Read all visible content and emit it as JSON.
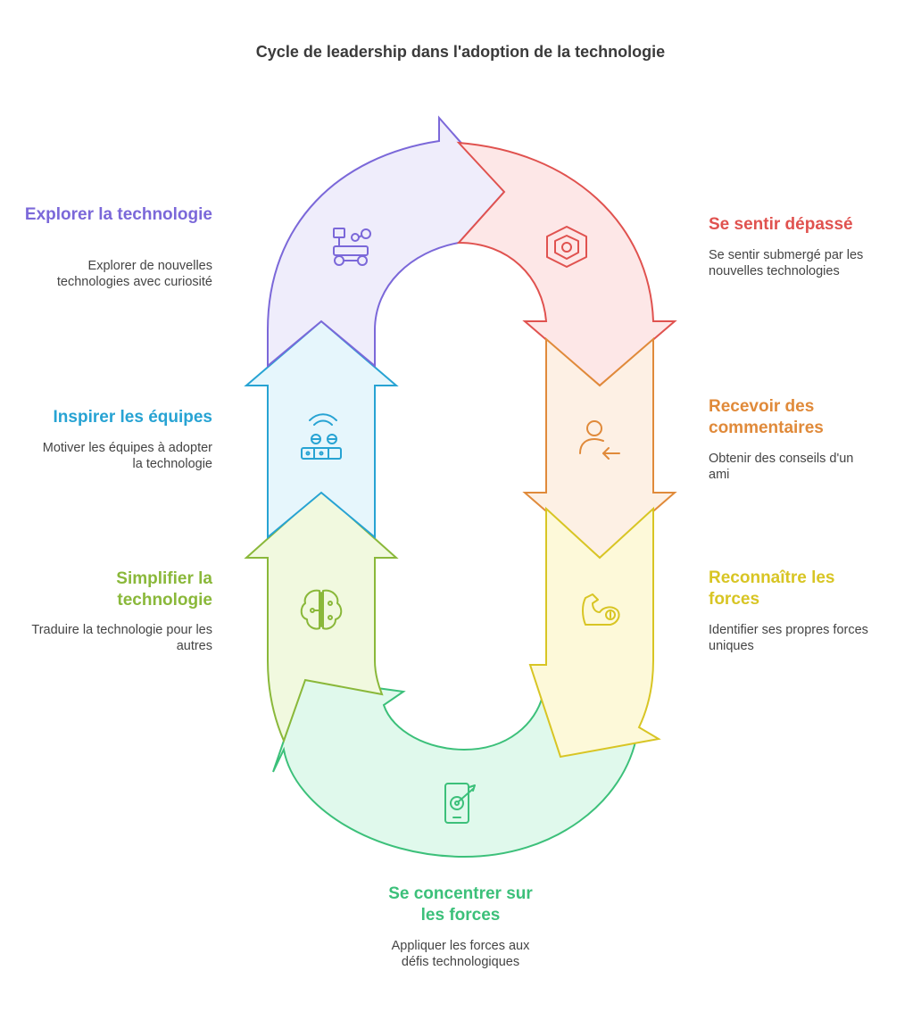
{
  "title": "Cycle de leadership dans l'adoption de la technologie",
  "stages": {
    "explore": {
      "title": "Explorer la technologie",
      "desc": "Explorer de nouvelles technologies avec curiosité",
      "icon": "robot-rover-icon",
      "color": "#7b68d9",
      "fill": "#efedfb"
    },
    "overwhelm": {
      "title": "Se sentir dépassé",
      "desc": "Se sentir submergé par les nouvelles technologies",
      "icon": "hexagon-nut-icon",
      "color": "#e0524f",
      "fill": "#fde7e7"
    },
    "feedback": {
      "title": "Recevoir des commentaires",
      "desc": "Obtenir des conseils d'un ami",
      "icon": "person-arrow-icon",
      "color": "#e08a3a",
      "fill": "#fdf0e4"
    },
    "strengths": {
      "title": "Reconnaître les forces",
      "desc": "Identifier ses propres forces uniques",
      "icon": "flexed-arm-icon",
      "color": "#d8c524",
      "fill": "#fdf9d9"
    },
    "focus": {
      "title": "Se concentrer sur les forces",
      "desc": "Appliquer les forces aux défis technologiques",
      "icon": "phone-target-icon",
      "color": "#3cc07a",
      "fill": "#e0f9ec"
    },
    "simplify": {
      "title": "Simplifier la technologie",
      "desc": "Traduire la technologie pour les autres",
      "icon": "brain-circuit-icon",
      "color": "#8ab83a",
      "fill": "#f1f9df"
    },
    "inspire": {
      "title": "Inspirer les équipes",
      "desc": "Motiver les équipes à adopter la technologie",
      "icon": "team-presentation-icon",
      "color": "#27a3d3",
      "fill": "#e6f6fc"
    }
  }
}
